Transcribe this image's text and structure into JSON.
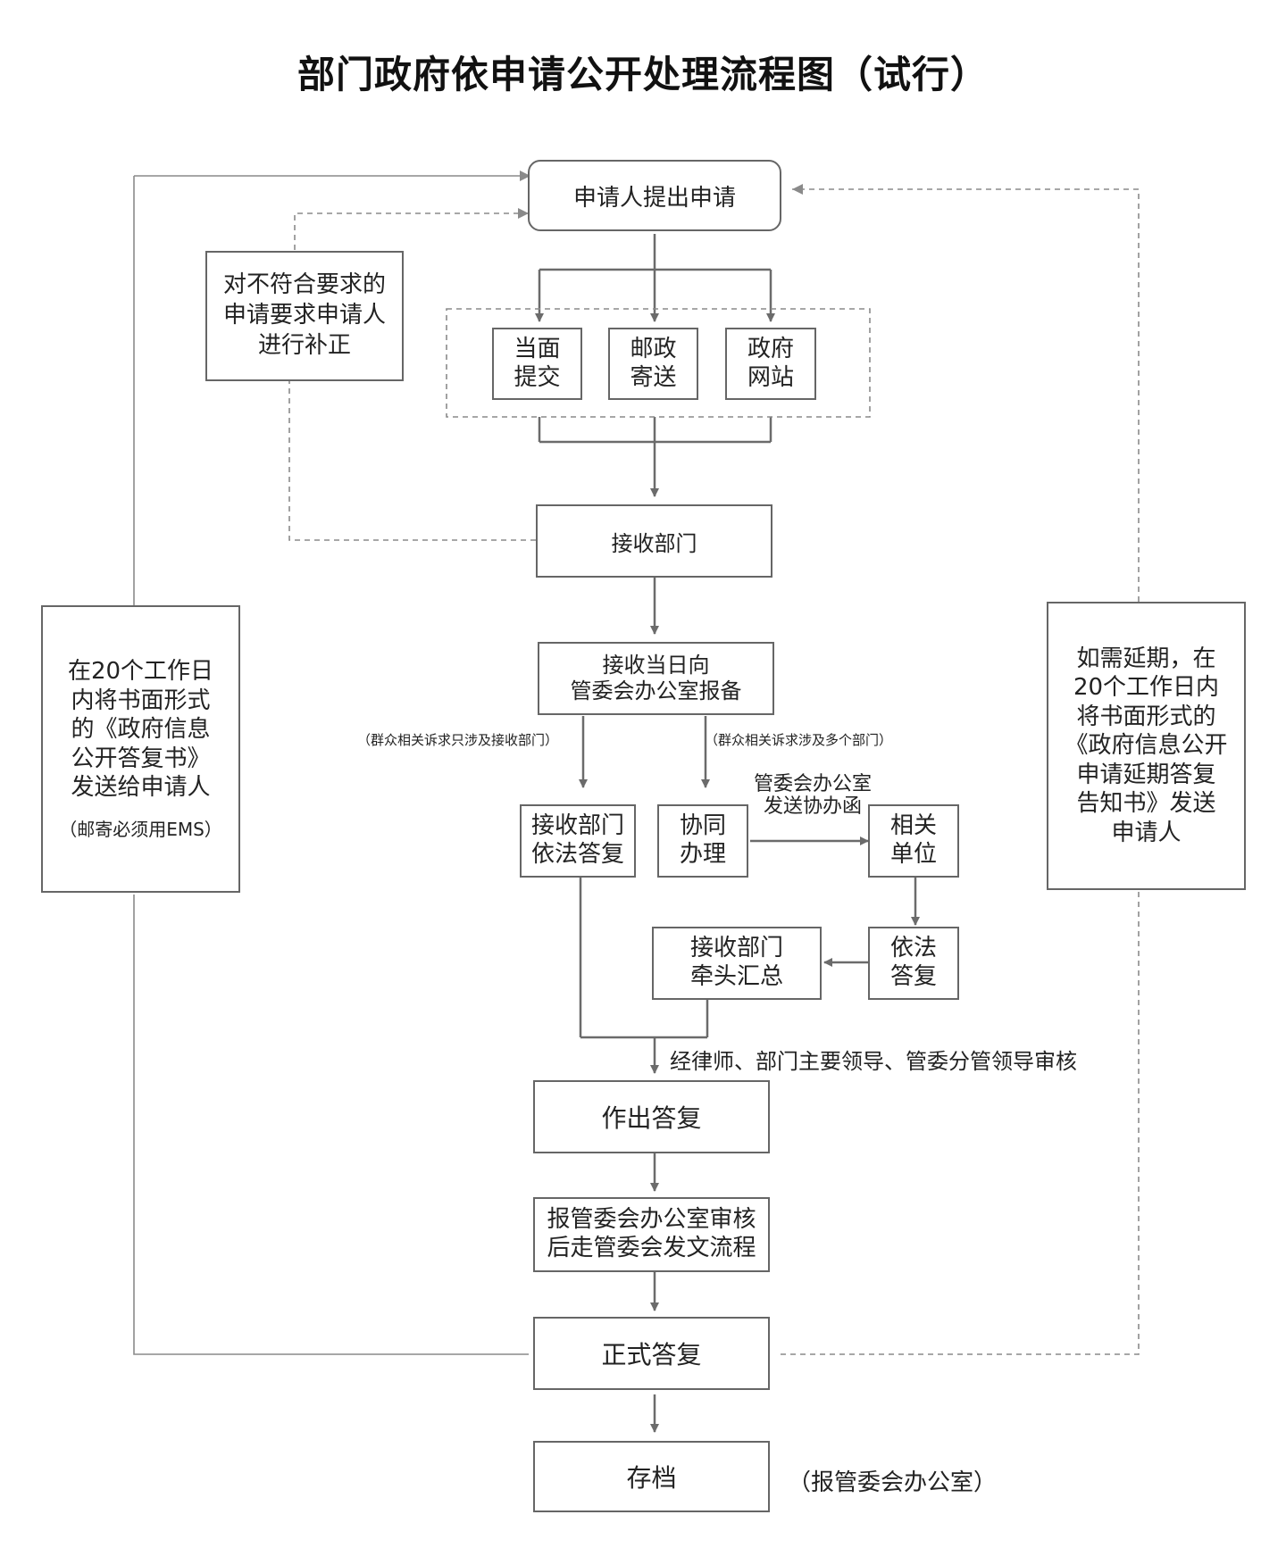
{
  "title": "部门政府依申请公开处理流程图（试行）",
  "nodes": {
    "apply": "申请人提出申请",
    "supplement": "对不符合要求的申请要求申请人进行补正",
    "in_person": "当面\n提交",
    "postal": "邮政\n寄送",
    "website": "政府\n网站",
    "receiving_dept": "接收部门",
    "report": "接收当日向\n管委会办公室报备",
    "dept_reply": "接收部门\n依法答复",
    "coordinate": "协同\n办理",
    "related_unit": "相关\n单位",
    "lawful_reply": "依法\n答复",
    "lead_summary": "接收部门\n牵头汇总",
    "make_reply": "作出答复",
    "submit_review": "报管委会办公室审核\n后走管委会发文流程",
    "formal_reply": "正式答复",
    "archive": "存档",
    "left_note": "在20个工作日\n内将书面形式\n的《政府信息\n公开答复书》\n发送给申请人",
    "left_note_sub": "（邮寄必须用EMS）",
    "right_note": "如需延期，在\n20个工作日内\n将书面形式的\n《政府信息公开\n申请延期答复\n告知书》发送\n申请人"
  },
  "labels": {
    "single_dept": "（群众相关诉求只涉及接收部门）",
    "multi_dept": "（群众相关诉求涉及多个部门）",
    "send_letter": "管委会办公室\n发送协办函",
    "review": "经律师、部门主要领导、管委分管领导审核",
    "archive_note": "（报管委会办公室）"
  },
  "colors": {
    "line": "#6b6b6b",
    "dashed": "#8a8a8a",
    "box_border": "#666666"
  }
}
